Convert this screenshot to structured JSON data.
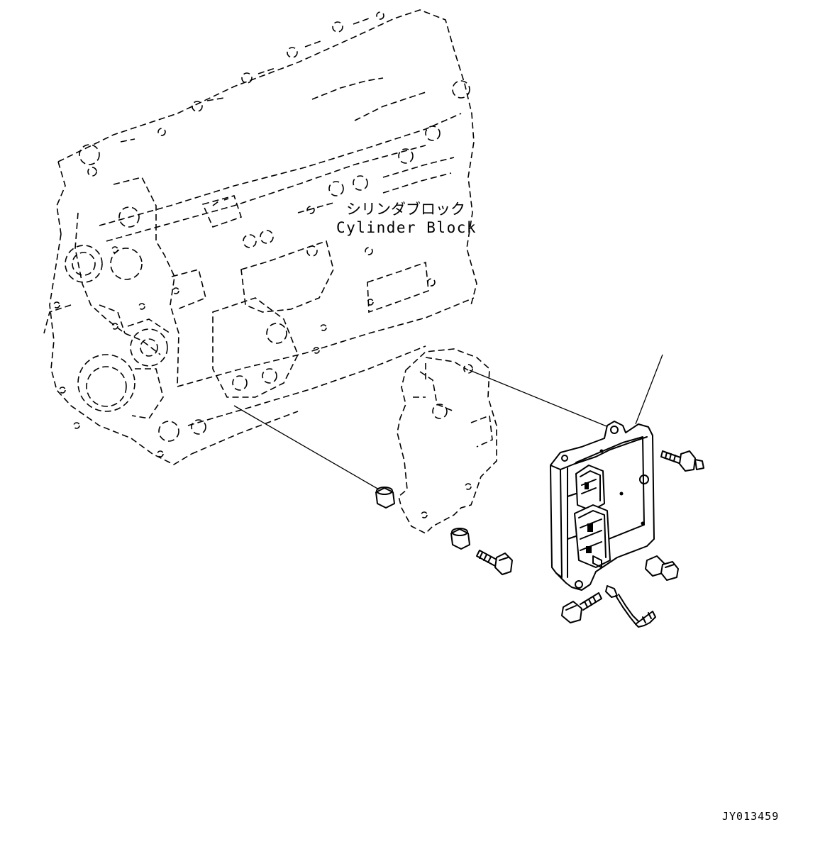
{
  "labels": {
    "cylinder_block_jp": "シリンダブロック",
    "cylinder_block_en": "Cylinder Block",
    "figure_id": "JY013459"
  },
  "colors": {
    "line": "#000000",
    "background": "#ffffff"
  }
}
